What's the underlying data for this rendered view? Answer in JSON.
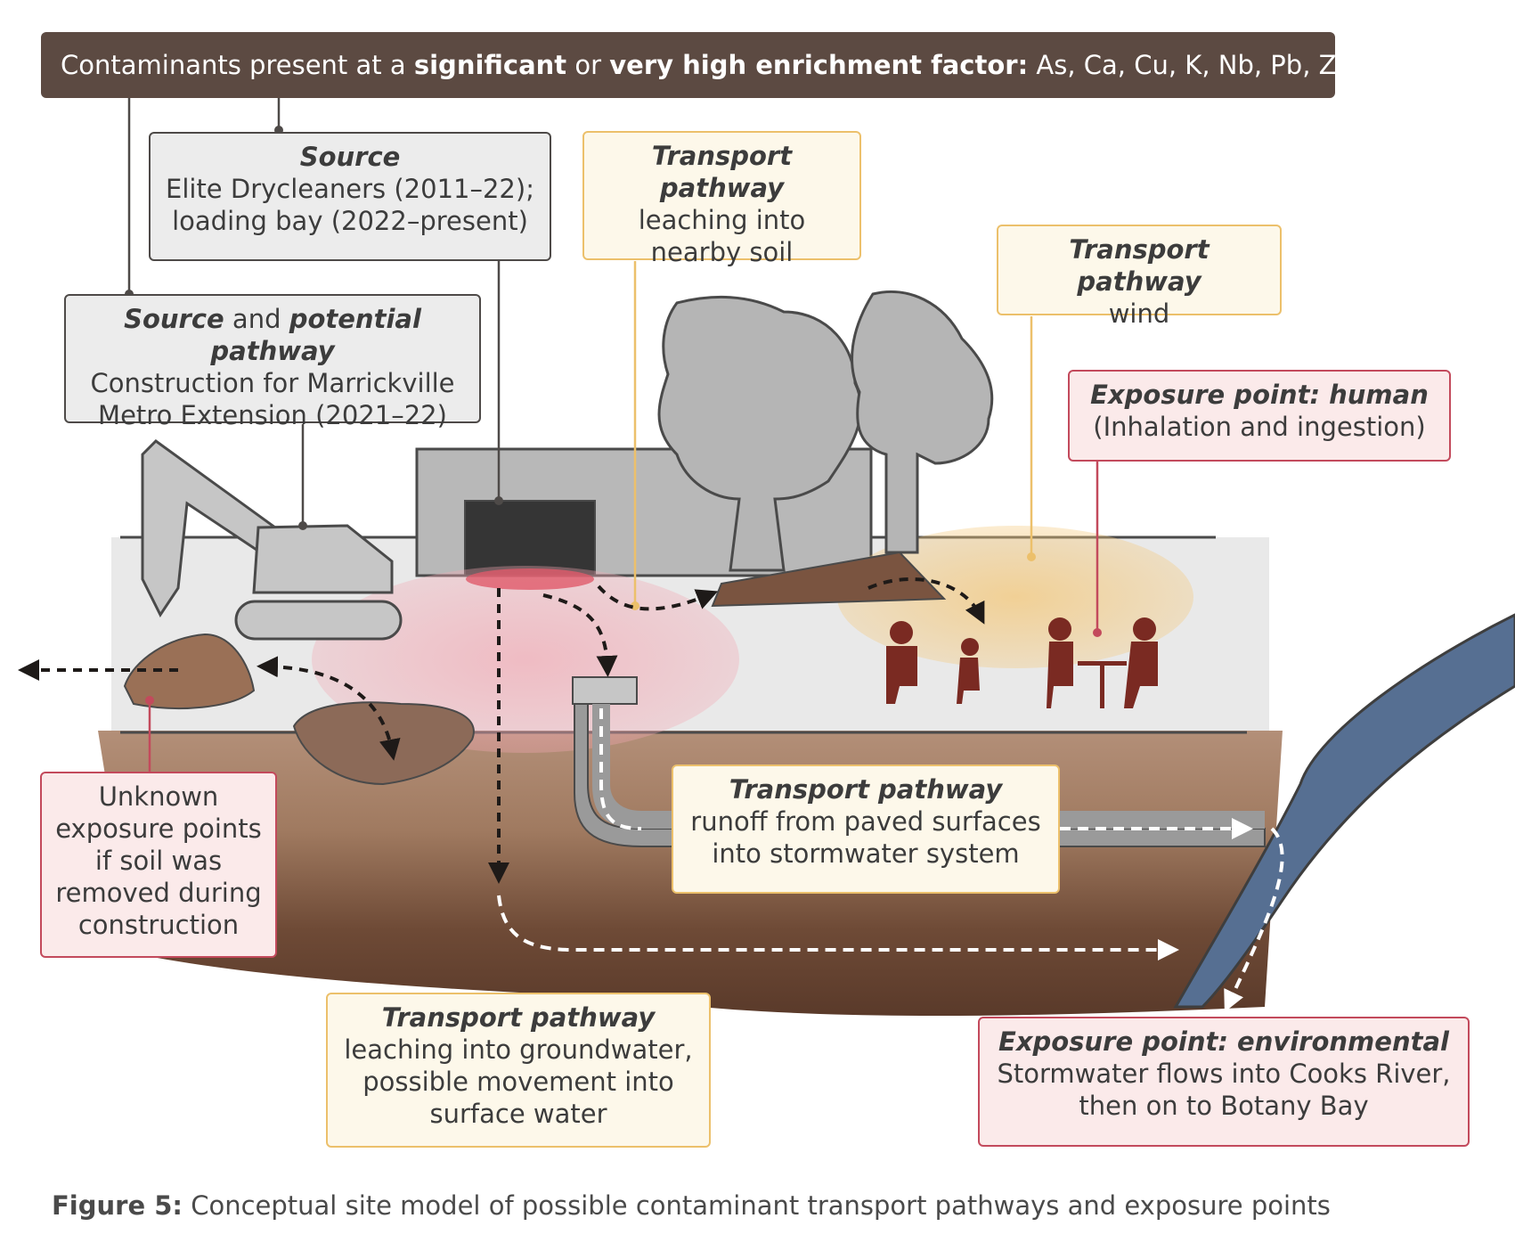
{
  "banner": {
    "prefix": "Contaminants present at a ",
    "bold1": "significant",
    "mid": " or ",
    "bold2": "very high enrichment factor:",
    "suffix": " As, Ca, Cu, K, Nb, Pb, Zn, Zr"
  },
  "boxes": {
    "source_drycleaners": {
      "heading": "Source",
      "line1": "Elite Drycleaners (2011–22);",
      "line2": "loading bay (2022–present)"
    },
    "transport_soil": {
      "heading": "Transport pathway",
      "line1": "leaching into",
      "line2": "nearby soil"
    },
    "transport_wind": {
      "heading": "Transport pathway",
      "line1": "wind"
    },
    "source_construction": {
      "heading_a": "Source",
      "heading_mid": " and ",
      "heading_b": "potential pathway",
      "line1": "Construction for Marrickville",
      "line2": "Metro Extension (2021–22)"
    },
    "exposure_human": {
      "heading": "Exposure point: human",
      "line1": "(Inhalation and ingestion)"
    },
    "unknown_exposure": {
      "line1": "Unknown",
      "line2": "exposure points",
      "line3": "if soil was",
      "line4": "removed during",
      "line5": "construction"
    },
    "transport_runoff": {
      "heading": "Transport pathway",
      "line1": "runoff from paved surfaces",
      "line2": "into stormwater system"
    },
    "transport_groundwater": {
      "heading": "Transport pathway",
      "line1": "leaching into groundwater,",
      "line2": "possible movement into",
      "line3": "surface water"
    },
    "exposure_environmental": {
      "heading": "Exposure point: environmental",
      "line1": "Stormwater flows into Cooks River,",
      "line2": "then on to Botany Bay"
    }
  },
  "caption": {
    "label": "Figure 5:",
    "text": " Conceptual site model of possible contaminant transport pathways and exposure points"
  },
  "colors": {
    "banner_bg": "#5c4a42",
    "source_border": "#4e4a48",
    "transport_border": "#ecc06b",
    "exposure_border": "#c34a5c",
    "soil": "#7a5440",
    "water": "#4f6f95",
    "figures": "#7a2a22"
  }
}
